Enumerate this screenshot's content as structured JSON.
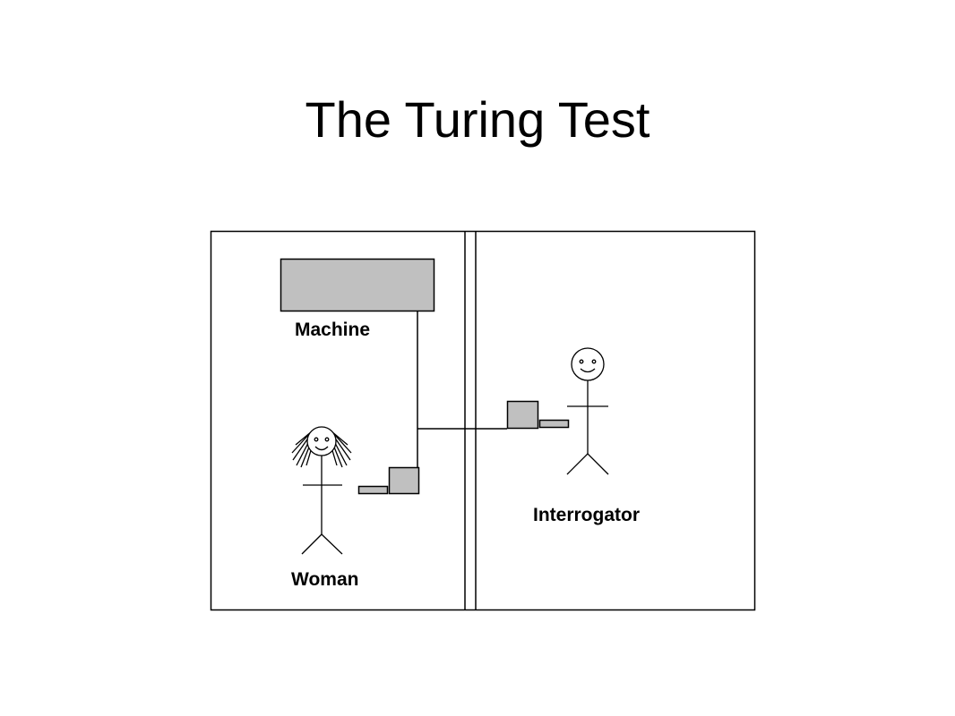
{
  "slide": {
    "title": "The Turing Test"
  },
  "diagram": {
    "labels": {
      "machine": "Machine",
      "woman": "Woman",
      "interrogator": "Interrogator"
    },
    "colors": {
      "stroke": "#000000",
      "fill_gray": "#c0c0c0",
      "background": "#ffffff"
    }
  }
}
